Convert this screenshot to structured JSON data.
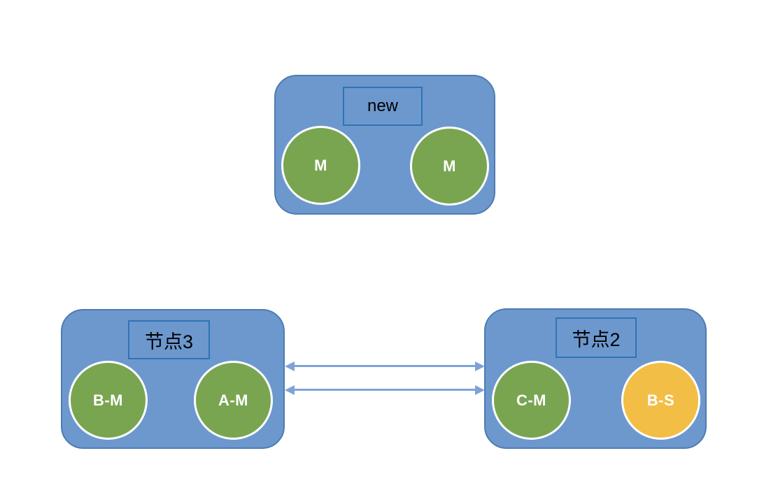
{
  "diagram": {
    "nodes": [
      {
        "id": "new",
        "label": "new",
        "circles": [
          {
            "label": "M",
            "color": "green"
          },
          {
            "label": "M",
            "color": "green"
          }
        ]
      },
      {
        "id": "node3",
        "label": "节点3",
        "circles": [
          {
            "label": "B-M",
            "color": "green"
          },
          {
            "label": "A-M",
            "color": "green"
          }
        ]
      },
      {
        "id": "node2",
        "label": "节点2",
        "circles": [
          {
            "label": "C-M",
            "color": "green"
          },
          {
            "label": "B-S",
            "color": "orange"
          }
        ]
      }
    ],
    "connections": [
      {
        "from": "节点3",
        "to": "节点2",
        "type": "double-headed-arrow"
      },
      {
        "from": "节点3",
        "to": "节点2",
        "type": "double-headed-arrow"
      }
    ],
    "colors": {
      "node_fill": "#6C98CE",
      "node_border": "#4E7BB2",
      "label_box_border": "#2E74B5",
      "green_circle": "#79A551",
      "orange_circle": "#F2BE45",
      "circle_border": "#FFFFFF",
      "arrow": "#7FA3D7",
      "label_text": "#000000",
      "circle_text": "#FFFFFF",
      "background": "#FFFFFF"
    }
  }
}
